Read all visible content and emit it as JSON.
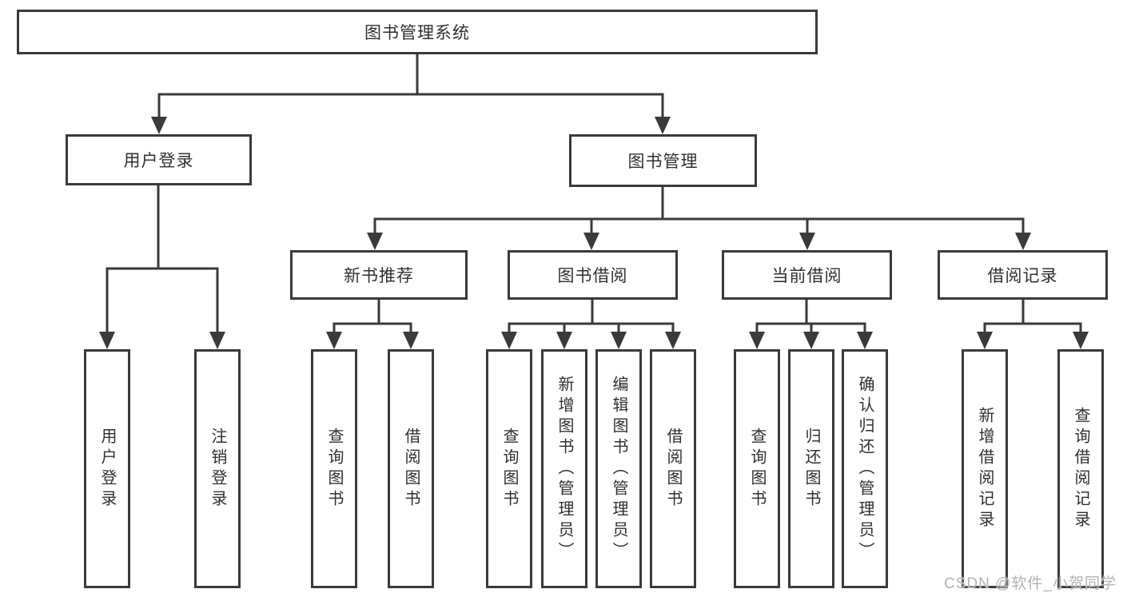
{
  "title": "图书管理系统",
  "colors": {
    "line": "#3a3a3a",
    "text": "#303030",
    "background": "#ffffff",
    "watermark": "#b3b3b3"
  },
  "watermark": {
    "text": "CSDN @软件_小贺同学"
  },
  "tree": {
    "label": "图书管理系统",
    "children": [
      {
        "label": "用户登录",
        "children": [
          {
            "label": "用户登录"
          },
          {
            "label": "注销登录"
          }
        ]
      },
      {
        "label": "图书管理",
        "children": [
          {
            "label": "新书推荐",
            "children": [
              {
                "label": "查询图书"
              },
              {
                "label": "借阅图书"
              }
            ]
          },
          {
            "label": "图书借阅",
            "children": [
              {
                "label": "查询图书"
              },
              {
                "label": "新增图书（管理员）"
              },
              {
                "label": "编辑图书（管理员）"
              },
              {
                "label": "借阅图书"
              }
            ]
          },
          {
            "label": "当前借阅",
            "children": [
              {
                "label": "查询图书"
              },
              {
                "label": "归还图书"
              },
              {
                "label": "确认归还（管理员）"
              }
            ]
          },
          {
            "label": "借阅记录",
            "children": [
              {
                "label": "新增借阅记录"
              },
              {
                "label": "查询借阅记录"
              }
            ]
          }
        ]
      }
    ]
  }
}
